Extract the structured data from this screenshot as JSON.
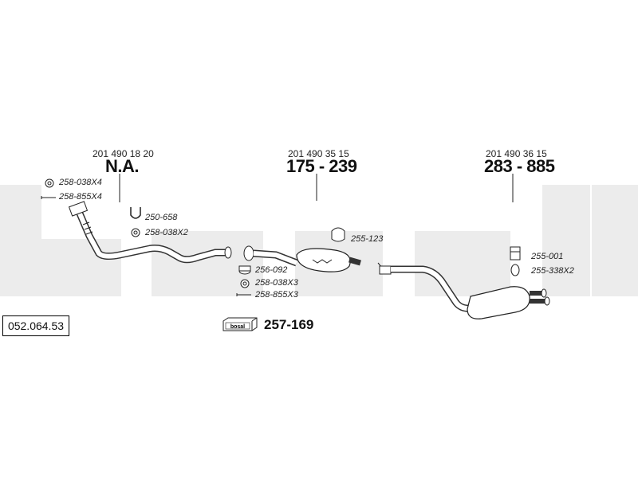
{
  "diagram": {
    "reference": "052.064.53",
    "watermark": "bosal",
    "sections": [
      {
        "oem": "201 490 18 20",
        "part": "N.A."
      },
      {
        "oem": "201 490 35 15",
        "part": "175 - 239"
      },
      {
        "oem": "201 490 36 15",
        "part": "283 - 885"
      }
    ],
    "parts": {
      "p1": "258-038X4",
      "p2": "258-855X4",
      "p3": "250-658",
      "p4": "258-038X2",
      "p5": "256-092",
      "p6": "258-038X3",
      "p7": "258-855X3",
      "p8": "255-123",
      "p9": "255-001",
      "p10": "255-338X2"
    },
    "kit": {
      "logo": "bosal",
      "number": "257-169"
    }
  }
}
